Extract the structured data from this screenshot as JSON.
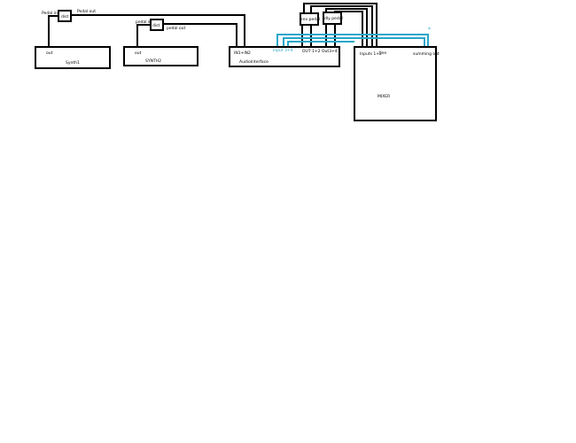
{
  "colors": {
    "wire": "#000000",
    "audio_wire": "#2aa7c9",
    "background": "#ffffff"
  },
  "synth1": {
    "out_label": "out",
    "name": "Synth1"
  },
  "synth1_pedal": {
    "label": "dist",
    "in_label": "Pedal in",
    "out_label": "Pedal out"
  },
  "synth2": {
    "out_label": "out",
    "name": "SYNTH2"
  },
  "synth2_pedal": {
    "label": "dist",
    "in_label": "pedal in",
    "out_label": "pedal out"
  },
  "audio_interface": {
    "inputs_label": "IN1+IN2",
    "input34_label": "input 3+4",
    "outputs_label": "OUT 1+2 Out3+4",
    "name": "AudioInterface"
  },
  "fx_pedal_1": {
    "label": "rev pedal"
  },
  "fx_pedal_2": {
    "label": "dly pedal"
  },
  "mixer": {
    "inputs_label": "Inputs 1+2",
    "line_label": "line",
    "summing_label": "summing out",
    "name": "MIXER"
  },
  "marks": {
    "star1": "*",
    "star2": "*"
  }
}
